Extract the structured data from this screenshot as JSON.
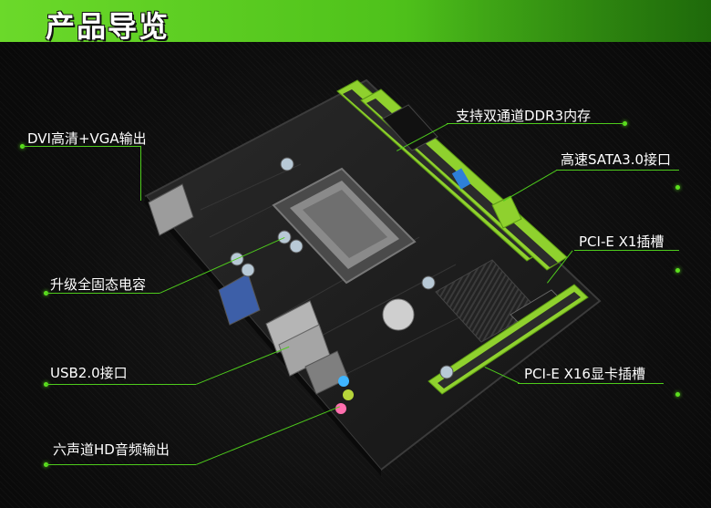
{
  "header": {
    "title": "产品导览",
    "accent": "#5ccc20"
  },
  "callouts": [
    {
      "id": "dvi-vga",
      "label": "DVI高清+VGA输出"
    },
    {
      "id": "capacitors",
      "label": "升级全固态电容"
    },
    {
      "id": "usb",
      "label": "USB2.0接口"
    },
    {
      "id": "audio",
      "label": "六声道HD音频输出"
    },
    {
      "id": "ddr3",
      "label": "支持双通道DDR3内存"
    },
    {
      "id": "sata",
      "label": "高速SATA3.0接口"
    },
    {
      "id": "pcie-x1",
      "label": "PCI-E X1插槽"
    },
    {
      "id": "pcie-x16",
      "label": "PCI-E X16显卡插槽"
    }
  ],
  "colors": {
    "line": "#4ecb1c",
    "slot_green": "#9ee03a",
    "board": "#1c1c1c"
  }
}
